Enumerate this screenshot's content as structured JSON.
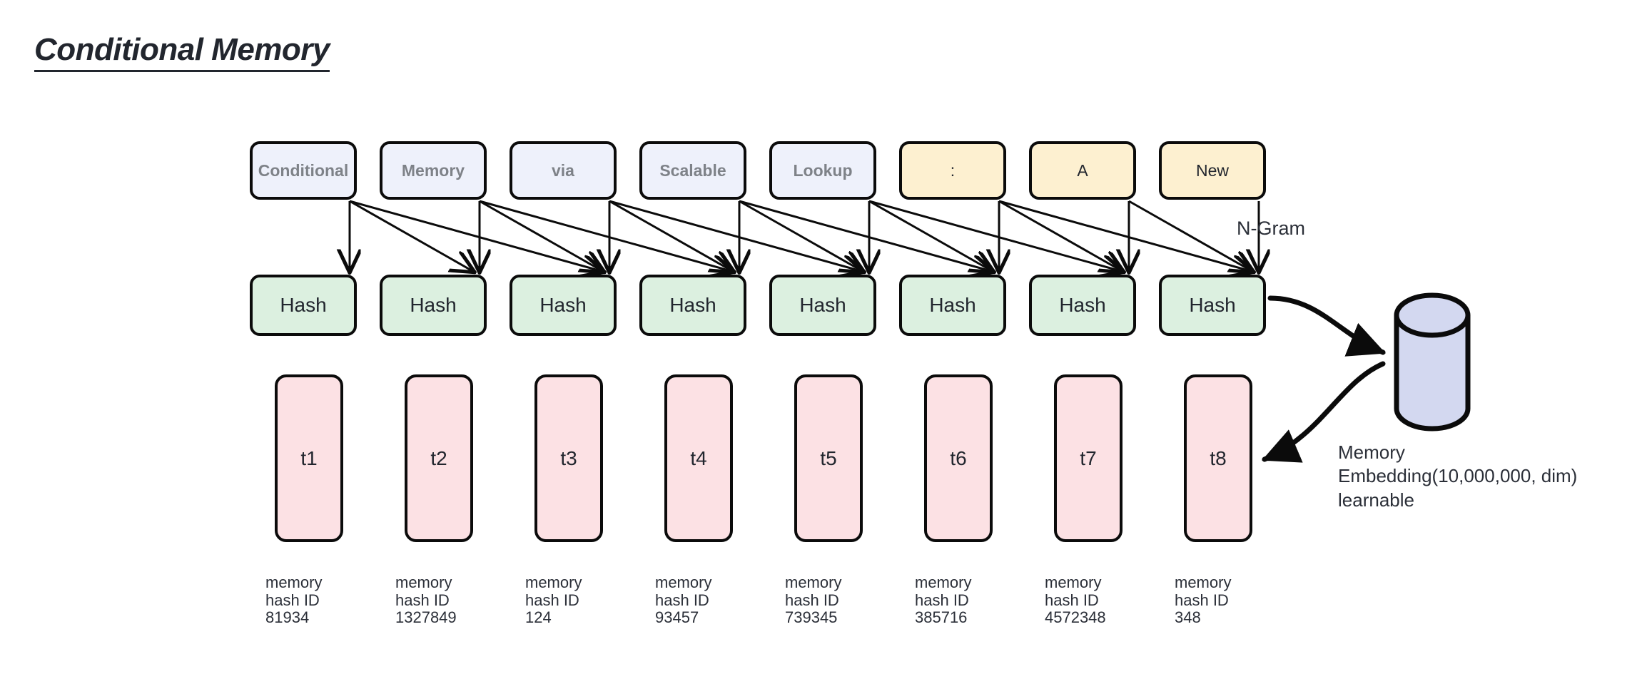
{
  "title": "Conditional Memory",
  "tokens": [
    {
      "label": "Conditional",
      "kind": "blue"
    },
    {
      "label": "Memory",
      "kind": "blue"
    },
    {
      "label": "via",
      "kind": "blue"
    },
    {
      "label": "Scalable",
      "kind": "blue"
    },
    {
      "label": "Lookup",
      "kind": "blue"
    },
    {
      "label": ":",
      "kind": "yellow"
    },
    {
      "label": "A",
      "kind": "yellow"
    },
    {
      "label": "New",
      "kind": "yellow"
    }
  ],
  "hash_label": "Hash",
  "hashes": [
    {
      "label": "Hash"
    },
    {
      "label": "Hash"
    },
    {
      "label": "Hash"
    },
    {
      "label": "Hash"
    },
    {
      "label": "Hash"
    },
    {
      "label": "Hash"
    },
    {
      "label": "Hash"
    },
    {
      "label": "Hash"
    }
  ],
  "timesteps": [
    {
      "label": "t1",
      "hash_id": "81934"
    },
    {
      "label": "t2",
      "hash_id": "1327849"
    },
    {
      "label": "t3",
      "hash_id": "124"
    },
    {
      "label": "t4",
      "hash_id": "93457"
    },
    {
      "label": "t5",
      "hash_id": "739345"
    },
    {
      "label": "t6",
      "hash_id": "385716"
    },
    {
      "label": "t7",
      "hash_id": "4572348"
    },
    {
      "label": "t8",
      "hash_id": "348"
    }
  ],
  "captions": {
    "memory_hash_id_0": "memory\nhash ID\n81934",
    "memory_hash_id_1": "memory\nhash ID\n1327849",
    "memory_hash_id_2": "memory\nhash ID\n124",
    "memory_hash_id_3": "memory\nhash ID\n93457",
    "memory_hash_id_4": "memory\nhash ID\n739345",
    "memory_hash_id_5": "memory\nhash ID\n385716",
    "memory_hash_id_6": "memory\nhash ID\n4572348",
    "memory_hash_id_7": "memory\nhash ID\n348"
  },
  "labels": {
    "ngram": "N-Gram",
    "memory_store": "Memory\nEmbedding(10,000,000, dim)\nlearnable"
  },
  "colors": {
    "token_blue_fill": "#eef1fb",
    "token_blue_text": "#7e8288",
    "token_yellow_fill": "#fdf0d0",
    "hash_fill": "#dcf0e0",
    "timestep_fill": "#fce1e4",
    "cylinder_fill": "#d3d8f0",
    "stroke": "#0b0b0b",
    "text": "#22262e",
    "background": "#ffffff"
  },
  "icons": {
    "memory_store": "database-cylinder-icon",
    "ngram_arrow": "arrow-icon",
    "lookup_arrow": "curved-arrow-icon",
    "return_arrow": "curved-arrow-icon"
  }
}
